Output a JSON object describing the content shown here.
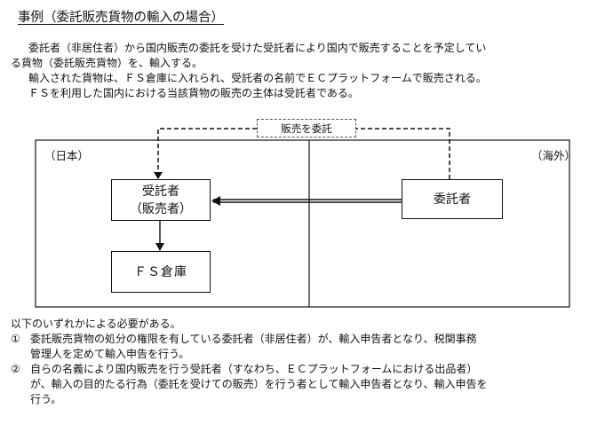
{
  "title": "事例（委託販売貨物の輸入の場合）",
  "intro": {
    "line1": "委託者（非居住者）から国内販売の委託を受けた受託者により国内で販売することを予定してい",
    "line2": "る貨物（委託販売貨物）を、輸入する。",
    "line3": "輸入された貨物は、ＦＳ倉庫に入れられ、受託者の名前でＥＣプラットフォームで販売される。",
    "line4": "ＦＳを利用した国内における当該貨物の販売の主体は受託者である。"
  },
  "diagram": {
    "commission_label": "販売を委託",
    "region_japan": "（日本）",
    "region_overseas": "（海外）",
    "receiver_line1": "受託者",
    "receiver_line2": "（販売者）",
    "warehouse": "ＦＳ倉庫",
    "consignor": "委託者"
  },
  "notes": {
    "heading": "以下のいずれかによる必要がある。",
    "item1_num": "①",
    "item1_line1": "委託販売貨物の処分の権限を有している委託者（非居住者）が、輸入申告者となり、税関事務",
    "item1_line2": "管理人を定めて輸入申告を行う。",
    "item2_num": "②",
    "item2_line1": "自らの名義により国内販売を行う受託者（すなわち、ＥＣプラットフォームにおける出品者）",
    "item2_line2": "が、輸入の目的たる行為（委託を受けての販売）を行う者として輸入申告者となり、輸入申告を",
    "item2_line3": "行う。"
  }
}
